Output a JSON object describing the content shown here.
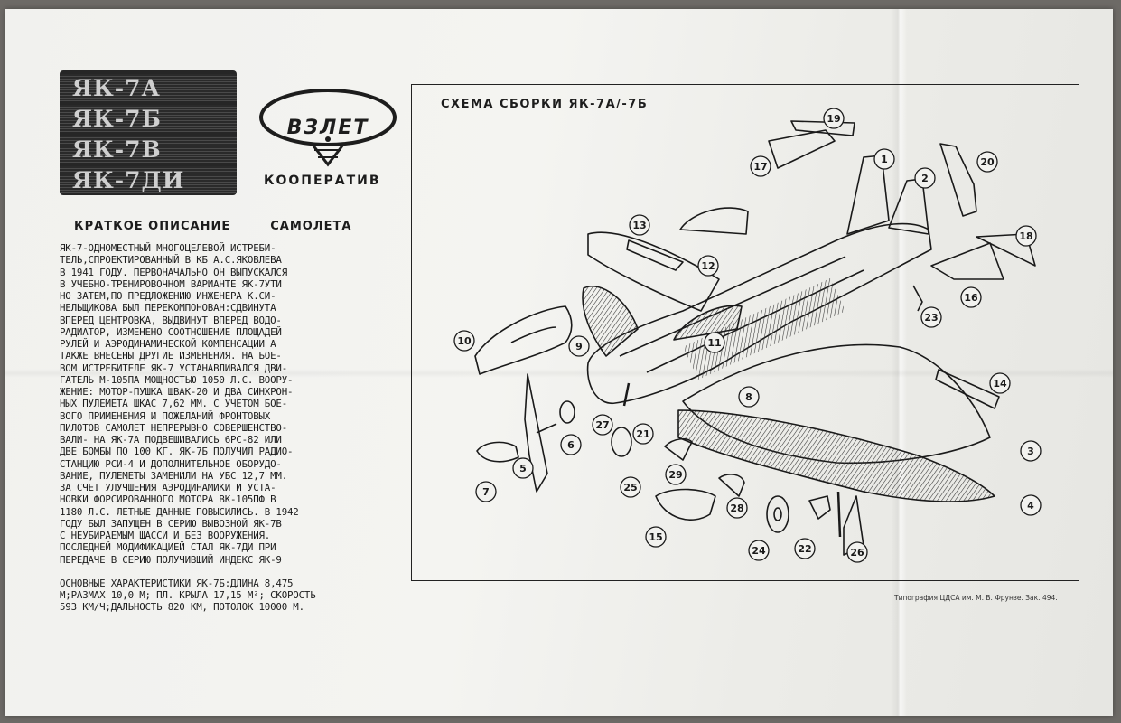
{
  "models": [
    "ЯК-7А",
    "ЯК-7Б",
    "ЯК-7В",
    "ЯК-7ДИ"
  ],
  "logo": {
    "text": "ВЗЛЕТ",
    "subtitle": "КООПЕРАТИВ"
  },
  "heading": {
    "left": "КРАТКОЕ ОПИСАНИЕ",
    "right": "САМОЛЕТА"
  },
  "description_lines": [
    "ЯК-7-ОДНОМЕСТНЫЙ МНОГОЦЕЛЕВОЙ    ИСТРЕБИ-",
    "ТЕЛЬ,СПРОЕКТИРОВАННЫЙ В КБ А.С.ЯКОВЛЕВА",
    "В 1941 ГОДУ. ПЕРВОНАЧАЛЬНО ОН ВЫПУСКАЛСЯ",
    "В УЧЕБНО-ТРЕНИРОВОЧНОМ ВАРИАНТЕ ЯК-7УТИ",
    "НО ЗАТЕМ,ПО ПРЕДЛОЖЕНИЮ ИНЖЕНЕРА  К.СИ-",
    "НЕЛЬЩИКОВА БЫЛ ПЕРЕКОМПОНОВАН:СДВИНУТА",
    "ВПЕРЕД ЦЕНТРОВКА, ВЫДВИНУТ ВПЕРЕД ВОДО-",
    "РАДИАТОР, ИЗМЕНЕНО СООТНОШЕНИЕ ПЛОЩАДЕЙ",
    "РУЛЕЙ И АЭРОДИНАМИЧЕСКОЙ КОМПЕНСАЦИИ А",
    "ТАКЖЕ ВНЕСЕНЫ ДРУГИЕ ИЗМЕНЕНИЯ. НА   БОЕ-",
    "ВОМ ИСТРЕБИТЕЛЕ ЯК-7 УСТАНАВЛИВАЛСЯ  ДВИ-",
    "ГАТЕЛЬ М-105ПА  МОЩНОСТЬЮ 1050 Л.С. ВООРУ-",
    "ЖЕНИЕ: МОТОР-ПУШКА ШВАК-20 И ДВА СИНХРОН-",
    "НЫХ ПУЛЕМЕТА ШКАС 7,62 ММ. С УЧЕТОМ  БОЕ-",
    "ВОГО ПРИМЕНЕНИЯ И ПОЖЕЛАНИЙ   ФРОНТОВЫХ",
    "ПИЛОТОВ САМОЛЕТ НЕПРЕРЫВНО СОВЕРШЕНСТВО-",
    "ВАЛИ- НА ЯК-7А ПОДВЕШИВАЛИСЬ 6РС-82 ИЛИ",
    "ДВЕ БОМБЫ ПО 100 КГ. ЯК-7Б ПОЛУЧИЛ РАДИО-",
    "СТАНЦИЮ РСИ-4 И ДОПОЛНИТЕЛЬНОЕ ОБОРУДО-",
    "ВАНИЕ, ПУЛЕМЕТЫ ЗАМЕНИЛИ НА УБС 12,7  ММ.",
    "ЗА СЧЕТ УЛУЧШЕНИЯ АЭРОДИНАМИКИ И  УСТА-",
    "НОВКИ ФОРСИРОВАННОГО МОТОРА ВК-105ПФ   В",
    "1180 Л.С. ЛЕТНЫЕ ДАННЫЕ ПОВЫСИЛИСЬ. В 1942",
    "ГОДУ БЫЛ ЗАПУЩЕН В СЕРИЮ ВЫВОЗНОЙ ЯК-7В",
    "С НЕУБИРАЕМЫМ ШАССИ И БЕЗ ВООРУЖЕНИЯ.",
    "ПОСЛЕДНЕЙ МОДИФИКАЦИЕЙ СТАЛ ЯК-7ДИ  ПРИ",
    "ПЕРЕДАЧЕ В СЕРИЮ ПОЛУЧИВШИЙ ИНДЕКС ЯК-9"
  ],
  "spec_lines": [
    "ОСНОВНЫЕ ХАРАКТЕРИСТИКИ ЯК-7Б:ДЛИНА 8,475",
    "М;РАЗМАХ 10,0 М; ПЛ. КРЫЛА 17,15 М²;  СКОРОСТЬ",
    "593 КМ/Ч;ДАЛЬНОСТЬ 820 КМ,  ПОТОЛОК 10000 М."
  ],
  "diagram": {
    "title": "СХЕМА СБОРКИ ЯК-7А/-7Б"
  },
  "part_numbers": [
    "1",
    "2",
    "3",
    "4",
    "5",
    "6",
    "7",
    "8",
    "9",
    "10",
    "11",
    "12",
    "13",
    "14",
    "15",
    "16",
    "17",
    "18",
    "19",
    "20",
    "21",
    "22",
    "23",
    "24",
    "25",
    "26",
    "27",
    "28",
    "29"
  ],
  "imprint": "Типография ЦДСА им. М. В. Фрунзе. Зак. 494."
}
